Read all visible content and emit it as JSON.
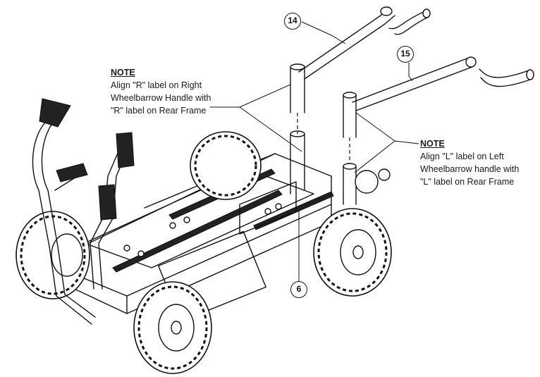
{
  "callouts": {
    "part_14": "14",
    "part_15": "15",
    "part_6": "6"
  },
  "note_right": {
    "heading": "NOTE",
    "lines": [
      "Align \"R\" label on Right",
      "Wheelbarrow Handle with",
      "\"R\" label on Rear Frame"
    ]
  },
  "note_left": {
    "heading": "NOTE",
    "lines": [
      "Align \"L\" label on Left",
      "Wheelbarrow handle with",
      "\"L\" label on Rear Frame"
    ]
  }
}
